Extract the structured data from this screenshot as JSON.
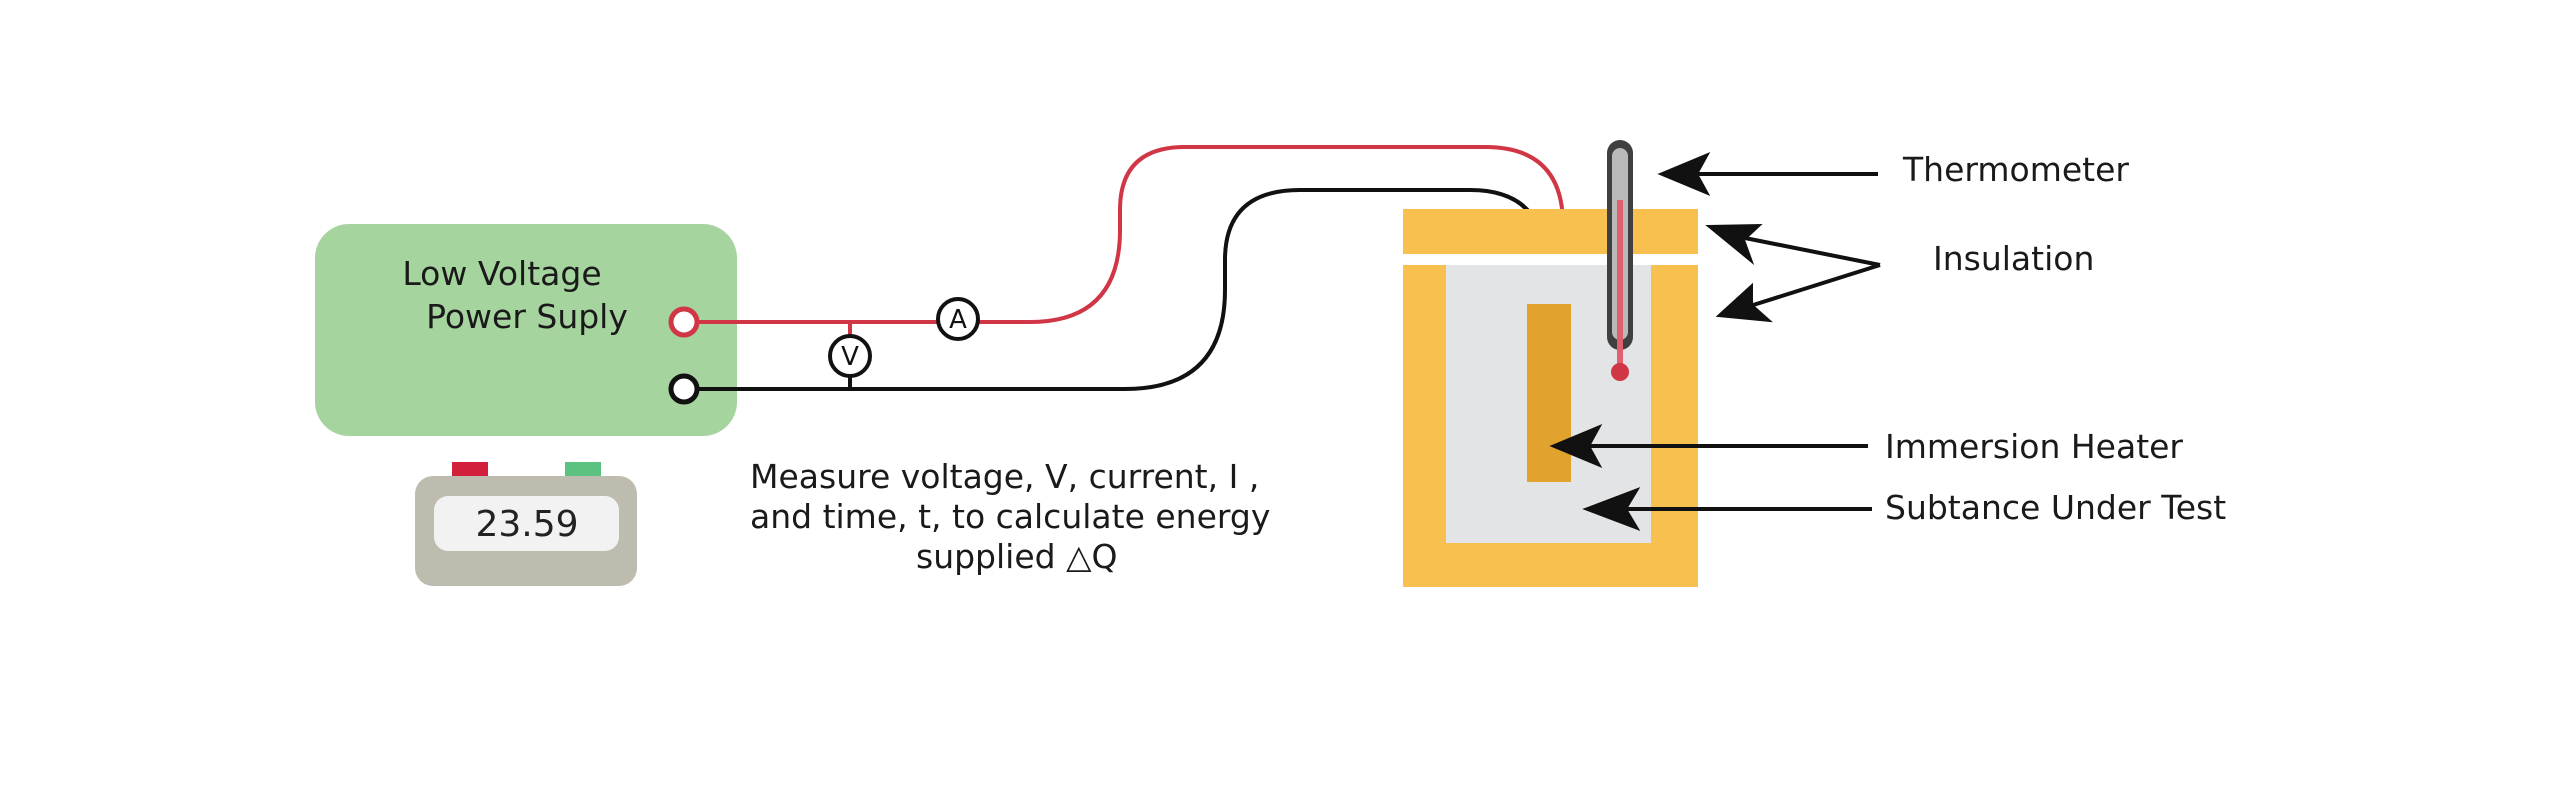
{
  "power_supply": {
    "label_line1": "Low Voltage",
    "label_line2": "Power Suply"
  },
  "timer": {
    "reading": "23.59"
  },
  "ammeter": {
    "symbol": "A"
  },
  "voltmeter": {
    "symbol": "V"
  },
  "note": {
    "line1": "Measure voltage, V, current, I ,",
    "line2": "and time, t, to calculate energy",
    "line3": "supplied △Q"
  },
  "labels": {
    "thermometer": "Thermometer",
    "insulation": "Insulation",
    "immersion_heater": "Immersion Heater",
    "substance": "Subtance Under Test"
  },
  "colors": {
    "power_supply": "#a6d49e",
    "timer_body": "#bdbcaf",
    "red_wire": "#d03645",
    "insulation": "#f7c04f",
    "substance": "#e3e4e6",
    "heater": "#e1a22e"
  }
}
